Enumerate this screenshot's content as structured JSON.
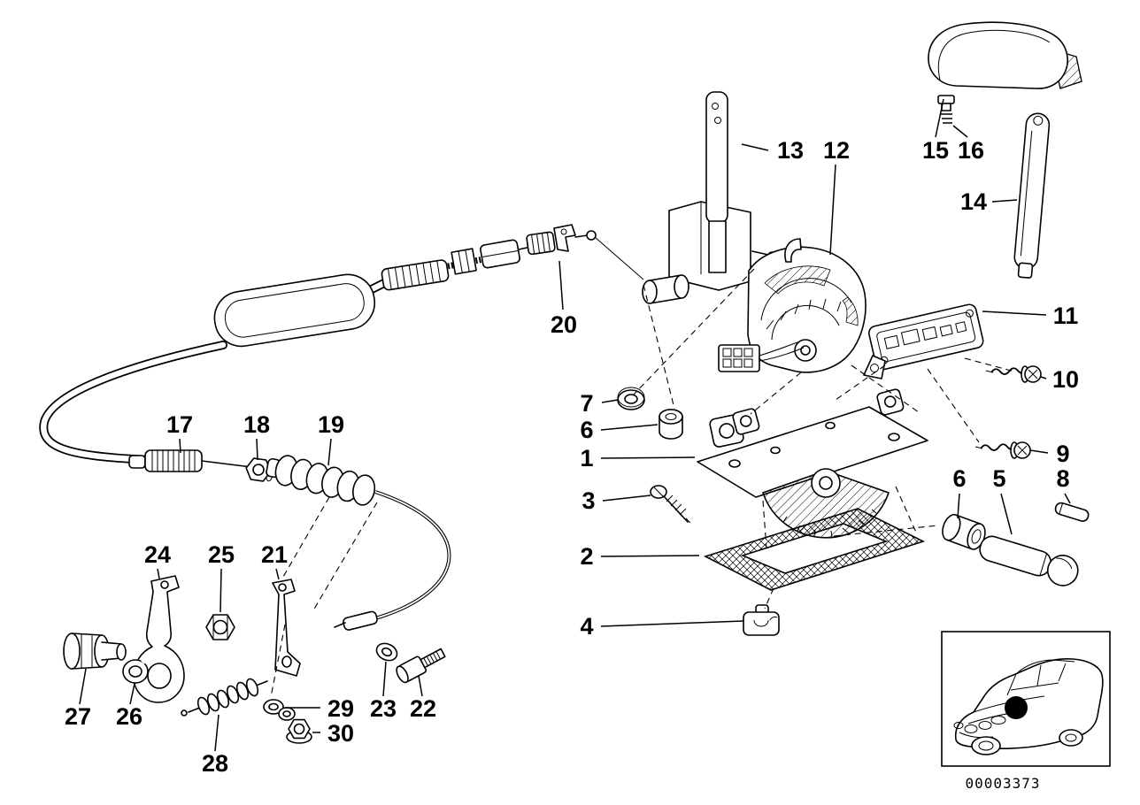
{
  "diagram": {
    "code": "00003373",
    "colors": {
      "ink": "#000000",
      "paper": "#ffffff"
    },
    "callouts": [
      "13",
      "12",
      "15",
      "16",
      "14",
      "11",
      "10",
      "20",
      "9",
      "7",
      "6",
      "1",
      "3",
      "2",
      "4",
      "6",
      "5",
      "8",
      "17",
      "18",
      "19",
      "24",
      "25",
      "21",
      "27",
      "26",
      "28",
      "29",
      "30",
      "23",
      "22"
    ]
  }
}
